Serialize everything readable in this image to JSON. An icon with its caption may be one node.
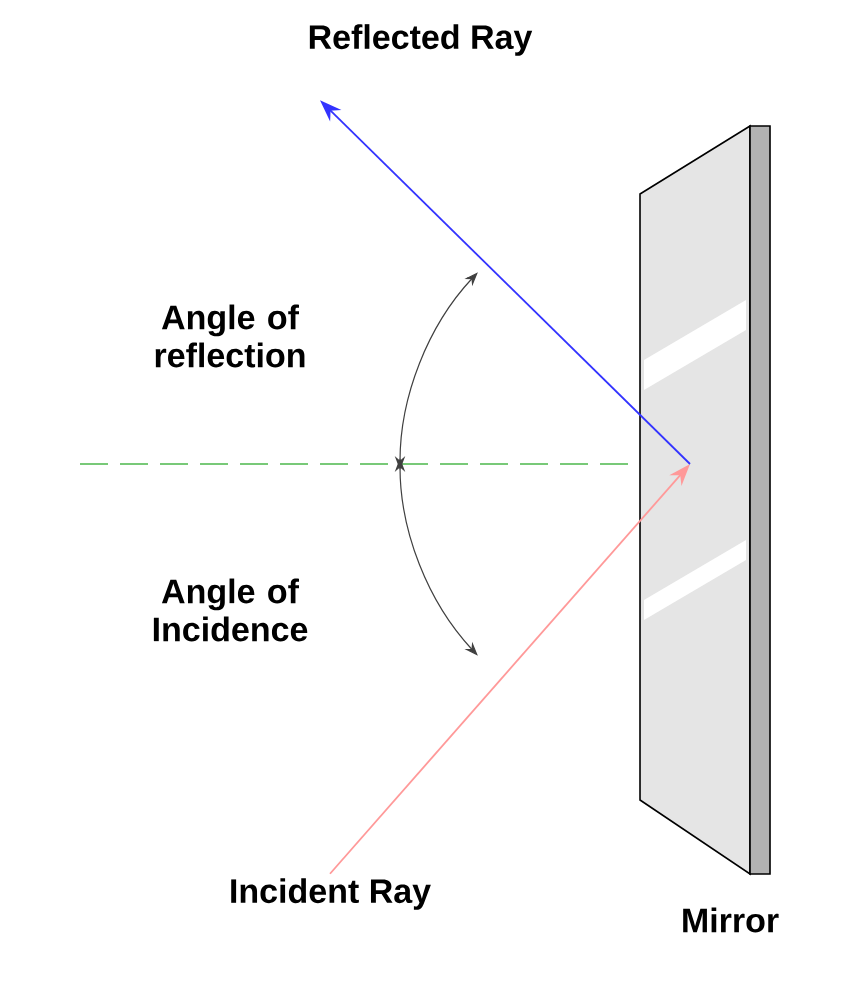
{
  "diagram": {
    "nodes": [
      {
        "text": [
          "Reflected Ray"
        ]
      },
      {
        "text": [
          "Incident Ray"
        ]
      },
      {
        "text": [
          "Mirror"
        ]
      }
    ],
    "edges": [
      {
        "from": 1,
        "to": 2,
        "arrow": "to",
        "color": "#ff9999"
      },
      {
        "from": 2,
        "to": 0,
        "arrow": "to",
        "color": "#3333ff"
      }
    ],
    "labels": [
      "Angle of reflection",
      "Angle of Incidence"
    ]
  }
}
